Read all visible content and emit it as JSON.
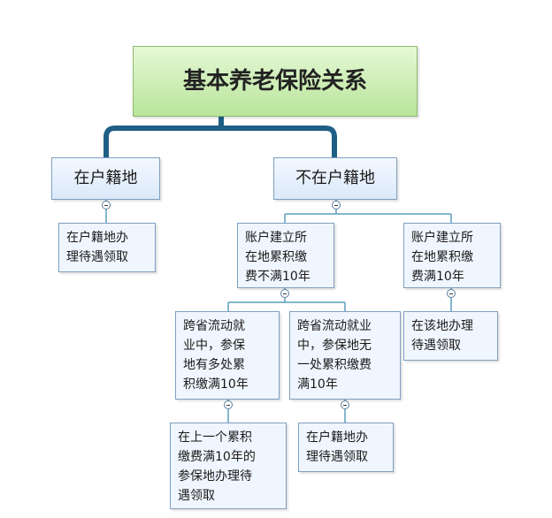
{
  "root": {
    "label": "基本养老保险关系"
  },
  "level1": [
    {
      "label": "在户籍地"
    },
    {
      "label": "不在户籍地"
    }
  ],
  "branch_hukou": {
    "result": "在户籍地办\n理待遇领取"
  },
  "branch_non_hukou": [
    {
      "condition": "账户建立所\n在地累积缴\n费不满10年"
    },
    {
      "condition": "账户建立所\n在地累积缴\n费满10年"
    }
  ],
  "result_full": {
    "text": "在该地办理\n待遇领取"
  },
  "subbranches": [
    {
      "condition": "跨省流动就\n业中，参保\n地有多处累\n积缴满10年"
    },
    {
      "condition": "跨省流动就业\n中，参保地无\n一处累积缴费\n满10年"
    }
  ],
  "results_sub": [
    {
      "text": "在上一个累积\n缴费满10年的\n参保地办理待\n遇领取"
    },
    {
      "text": "在户籍地办\n理待遇领取"
    }
  ],
  "colors": {
    "root_fill": "#b8e59a",
    "node_fill": "#f0f6ff",
    "node_border": "#7f9fbf",
    "connector": "#5aa0bd",
    "root_connector": "#1f5f86"
  }
}
